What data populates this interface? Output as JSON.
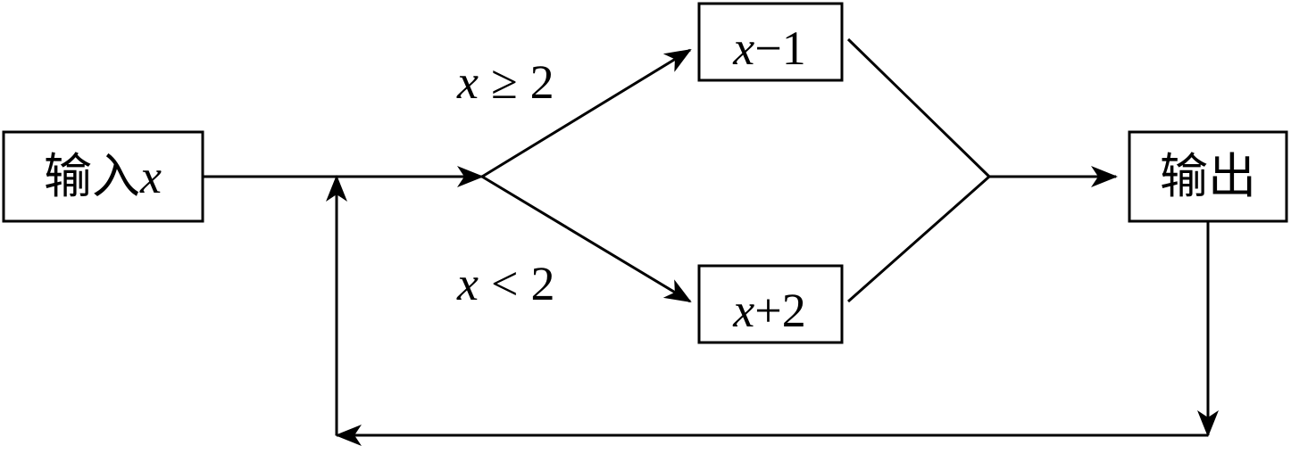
{
  "nodes": {
    "input": {
      "label": "输入",
      "var": "x"
    },
    "minus_one": {
      "var": "x",
      "op": "−1"
    },
    "plus_two": {
      "var": "x",
      "op": "+2"
    },
    "output": {
      "label": "输出"
    }
  },
  "conditions": {
    "ge": {
      "var": "x",
      "rel": "≥",
      "val": "2"
    },
    "lt": {
      "var": "x",
      "rel": "<",
      "val": "2"
    }
  }
}
